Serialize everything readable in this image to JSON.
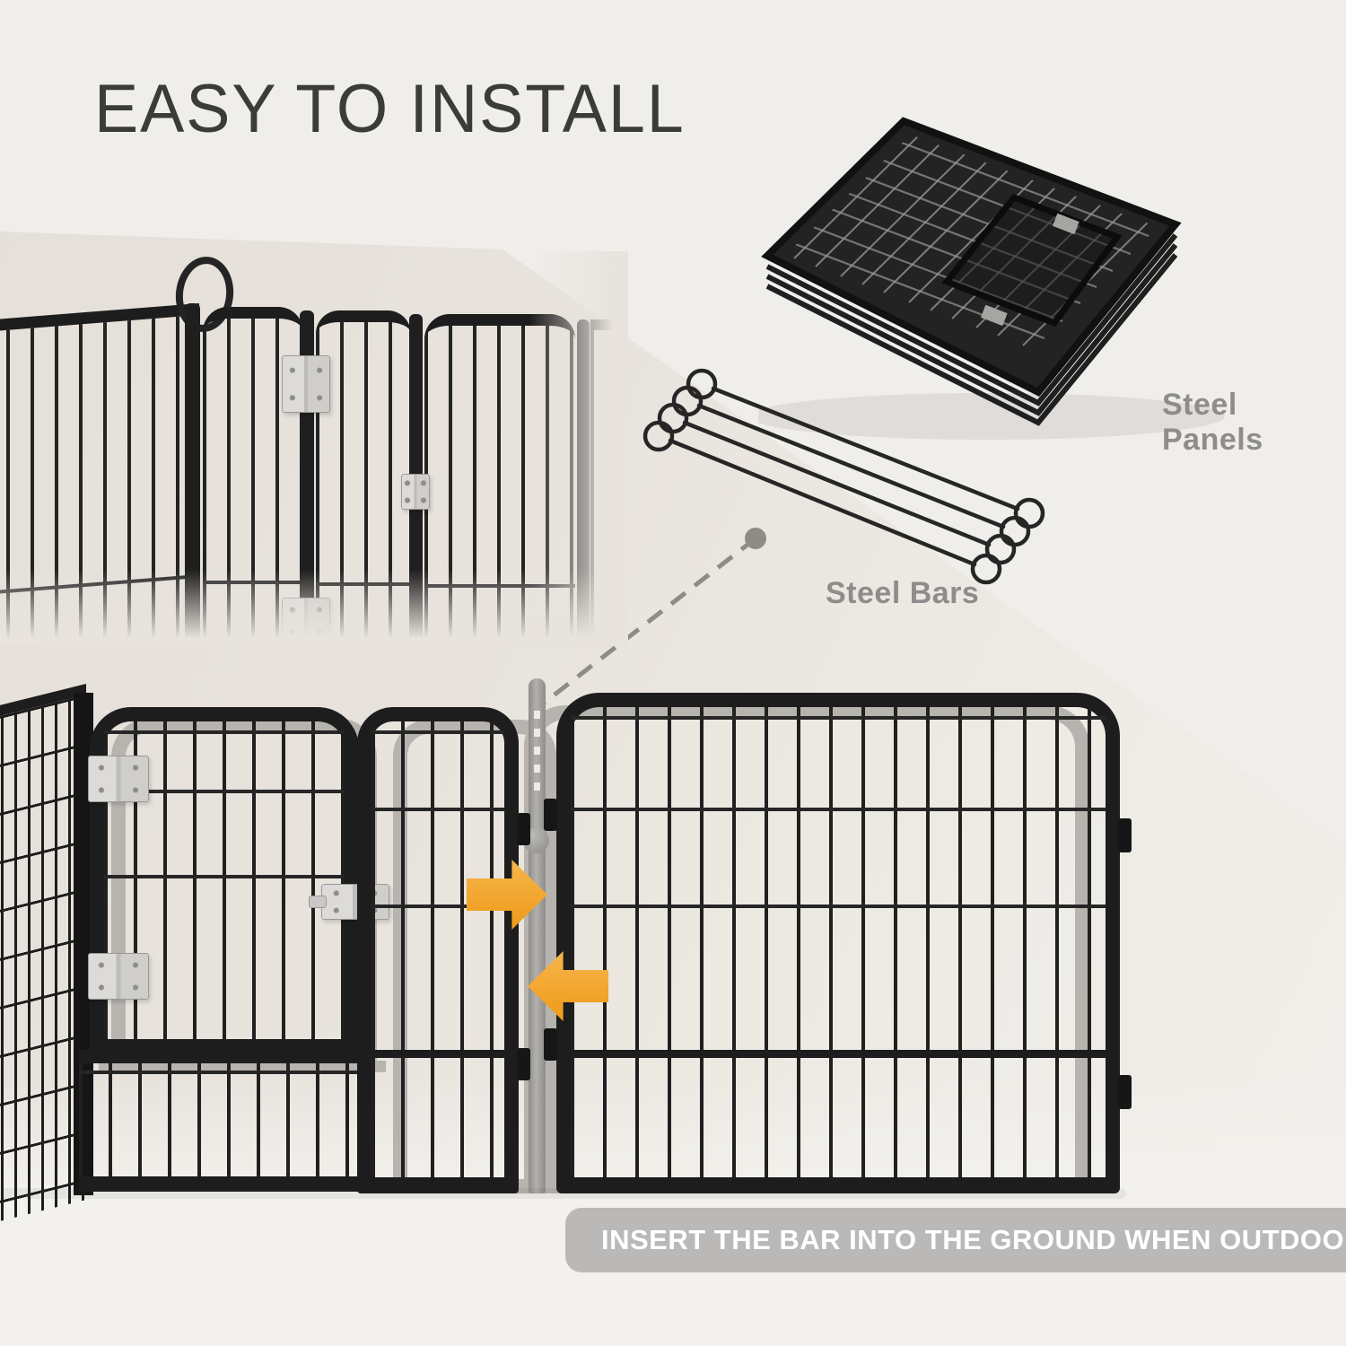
{
  "title": "EASY TO INSTALL",
  "labels": {
    "steel_panels": "Steel Panels",
    "steel_bars": "Steel Bars"
  },
  "banner": {
    "text": "INSERT THE BAR INTO THE GROUND WHEN OUTDOOR"
  },
  "colors": {
    "title_text": "#3b3b39",
    "label_text": "#8e8d8b",
    "banner_bg": "#bbb9b7",
    "banner_text": "#ffffff",
    "frame_black": "#1d1d1d",
    "ghost_gray": "#b7b4b0",
    "steel_bar_gray": "#a09e9b",
    "arrow_orange": "#f1a22e",
    "background_light": "#f0eeea",
    "surface_beige": "#e6e1da",
    "dashed_line_gray": "#8f8c88"
  }
}
